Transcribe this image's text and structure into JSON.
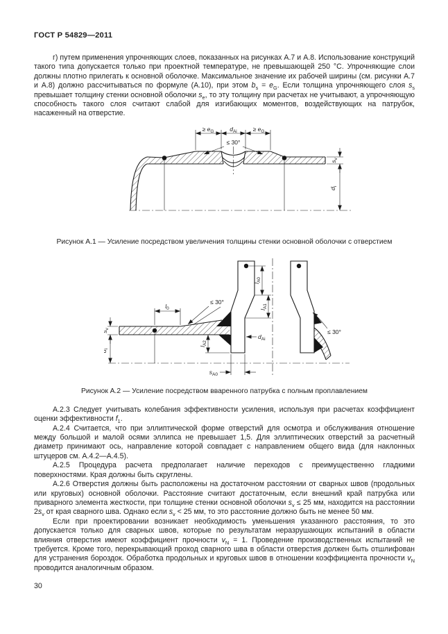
{
  "header": {
    "title": "ГОСТ Р 54829—2011"
  },
  "content": {
    "para_g": [
      {
        "t": "г) путем применения упрочняющих слоев, показанных на рисунках А.7 и А.8. Использование конструкций такого типа допускается только при проектной температуре, не превышающей 250 °С. Упрочняющие слои должны плотно прилегать к основной оболочке. Максимальное значение их рабочей ширины (см. рисунки А.7 и А.8) должно рассчитываться по формуле (А.10), при этом "
      },
      {
        "v": "b",
        "sub": "s"
      },
      {
        "t": " = "
      },
      {
        "v": "e",
        "sub": "G"
      },
      {
        "t": ". Если толщина упрочняющего слоя "
      },
      {
        "v": "s",
        "sub": "s"
      },
      {
        "t": " превышает толщину стенки основной оболочки "
      },
      {
        "v": "s",
        "sub": "e"
      },
      {
        "t": ", то эту толщину при расчетах не учитывают, а упрочняющую способность такого слоя считают слабой для изгибающих моментов, воздействующих на патрубок, насаженный на отверстие."
      }
    ],
    "fig_a1_caption": "Рисунок А.1 — Усиление посредством увеличения толщины стенки основной оболочки с отверстием",
    "fig_a2_caption": "Рисунок А.2 — Усиление посредством вваренного патрубка с полным проплавлением",
    "para_a23": [
      {
        "t": "А.2.3 Следует учитывать колебания эффективности усиления, используя при расчетах коэффициент оценки эффективности "
      },
      {
        "v": "f",
        "sub": "1"
      },
      {
        "t": "."
      }
    ],
    "para_a24": [
      {
        "t": "А.2.4 Считается, что при эллиптической форме отверстий для осмотра и обслуживания отношение между большой и малой осями эллипса не превышает 1,5. Для эллиптических отверстий за расчетный диаметр принимают ось, направление которой совпадает с направлением общего вида (для наклонных штуцеров см. А.4.2—А.4.5)."
      }
    ],
    "para_a25": [
      {
        "t": "А.2.5 Процедура расчета предполагает наличие переходов с преимущественно гладкими поверхностями. Края должны быть скруглены."
      }
    ],
    "para_a26": [
      {
        "t": "А.2.6 Отверстия должны быть расположены на достаточном расстоянии от сварных швов (продольных или круговых) основной оболочки. Расстояние считают достаточным, если внешний край патрубка или приварного элемента жесткости, при толщине стенки основной оболочки "
      },
      {
        "v": "s",
        "sub": "v"
      },
      {
        "t": " ≤ 25 мм, находится на расстоянии 2"
      },
      {
        "v": "s",
        "sub": "v"
      },
      {
        "t": " от края сварного шва. Однако если "
      },
      {
        "v": "s",
        "sub": "v"
      },
      {
        "t": " < 25 мм, то это расстояние должно быть не менее 50 мм."
      }
    ],
    "para_if": [
      {
        "t": "Если при проектировании возникает необходимость уменьшения указанного расстояния, то это допускается только для сварных швов, которые по результатам неразрушающих испытаний в области влияния отверстия имеют коэффициент прочности "
      },
      {
        "v": "v",
        "sub": "N"
      },
      {
        "t": " = 1. Проведение производственных испытаний не требуется. Кроме того, перекрывающий проход сварного шва в области отверстия должен быть отшлифован для устранения бороздок. Обработка продольных и круговых швов в отношении коэффициента прочности "
      },
      {
        "v": "v",
        "sub": "N"
      },
      {
        "t": " проводится аналогичным образом."
      }
    ]
  },
  "figures": {
    "a1": {
      "labels": {
        "e_left": {
          "pre": "≥ ",
          "main": "e",
          "sub": "G"
        },
        "d_hole": {
          "main": "d",
          "sub": "Ai"
        },
        "e_right": {
          "pre": "≥ ",
          "main": "e",
          "sub": "G"
        },
        "angle": {
          "pre": "≤ 30°"
        },
        "s_v": {
          "main": "s",
          "sub": "v"
        },
        "d_i": {
          "main": "d",
          "sub": "i"
        }
      }
    },
    "a2": {
      "labels": {
        "l_0": {
          "main": "l",
          "sub": "0"
        },
        "angle_left": {
          "pre": "≤ 30°"
        },
        "angle_right": {
          "pre": "≤ 30°"
        },
        "s_v": {
          "main": "s",
          "sub": "v"
        },
        "d_i": {
          "main": "d",
          "sub": "i"
        },
        "l_A0": {
          "main": "l",
          "sub": "A0"
        },
        "l_A1": {
          "main": "l",
          "sub": "A1"
        },
        "l_A2": {
          "main": "l",
          "sub": "A2"
        },
        "d_Ai": {
          "main": "d",
          "sub": "Ai"
        },
        "s_A0": {
          "main": "s",
          "sub": "A0"
        }
      }
    }
  },
  "footer": {
    "page_number": "30"
  }
}
